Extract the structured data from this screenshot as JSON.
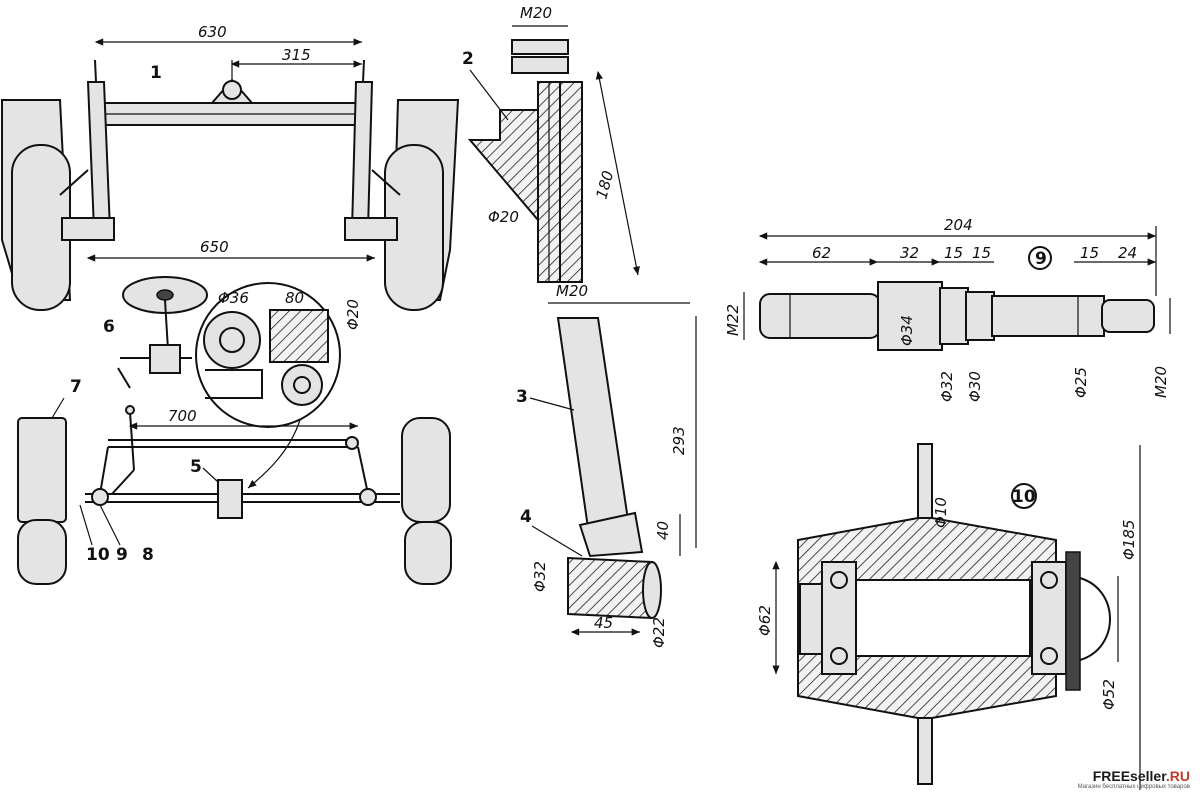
{
  "parts": {
    "p1": "1",
    "p2": "2",
    "p3": "3",
    "p4": "4",
    "p5": "5",
    "p6": "6",
    "p7": "7",
    "p8": "8",
    "p9": "9",
    "p10": "10",
    "p9_circled": "9",
    "p10_circled": "10"
  },
  "dimensions": {
    "axle_width": "630",
    "axle_half": "315",
    "track_650": "650",
    "tie_rod_700": "700",
    "detail_d36": "Φ36",
    "detail_80": "80",
    "detail_d20": "Φ20",
    "column_m20_top": "M20",
    "column_d20": "Φ20",
    "column_180": "180",
    "column_m20_bottom": "M20",
    "column_293": "293",
    "column_40": "40",
    "column_d32": "Φ32",
    "column_45": "45",
    "column_d22": "Φ22",
    "shaft_204": "204",
    "shaft_62": "62",
    "shaft_32": "32",
    "shaft_15a": "15",
    "shaft_15b": "15",
    "shaft_15c": "15",
    "shaft_24": "24",
    "shaft_m22": "M22",
    "shaft_d34": "Φ34",
    "shaft_d32": "Φ32",
    "shaft_d30": "Φ30",
    "shaft_d25": "Φ25",
    "shaft_m20": "M20",
    "hub_d10": "Φ10",
    "hub_d185": "Φ185",
    "hub_d62": "Φ62",
    "hub_d52": "Φ52"
  },
  "watermark": {
    "brand_a": "FREEseller",
    "brand_b": ".RU",
    "tagline": "Магазин бесплатных цифровых товаров"
  }
}
